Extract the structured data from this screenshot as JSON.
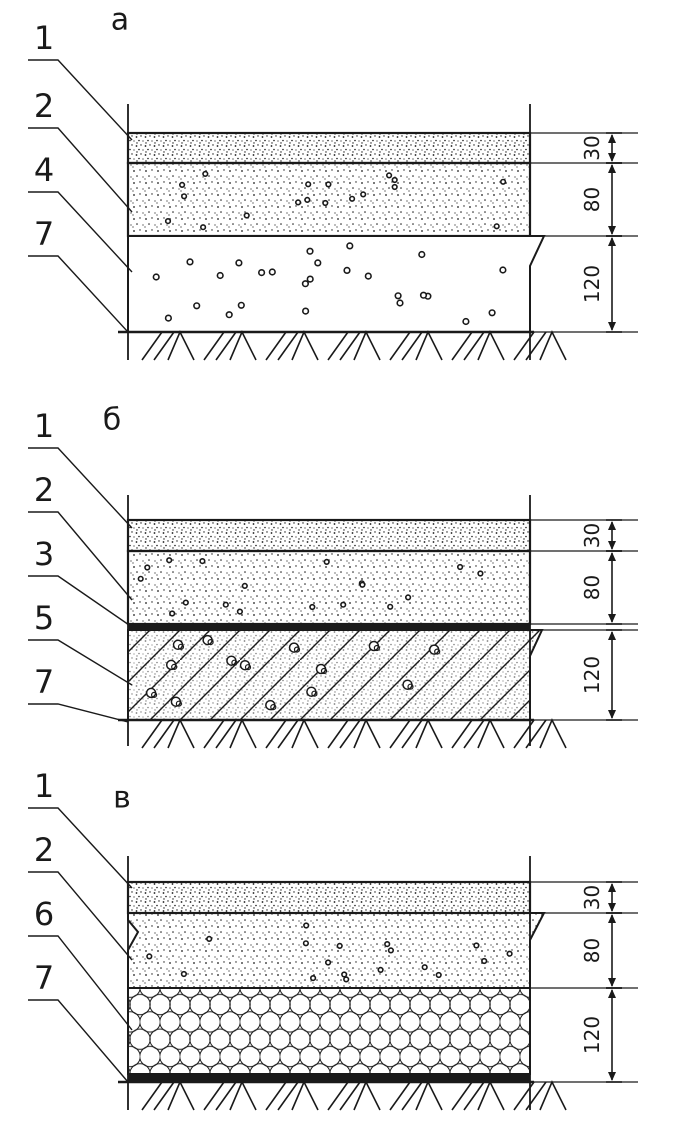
{
  "diagram": {
    "variants": [
      {
        "id": "a",
        "letter": "а",
        "callouts": [
          "1",
          "2",
          "4",
          "7"
        ],
        "layer_types": [
          "fine-stipple",
          "stipple-with-pebbles",
          "sparse-pebbles"
        ],
        "dimensions": [
          "30",
          "80",
          "120"
        ]
      },
      {
        "id": "b",
        "letter": "б",
        "callouts": [
          "1",
          "2",
          "3",
          "5",
          "7"
        ],
        "layer_types": [
          "fine-stipple",
          "stipple-with-pebbles",
          "membrane",
          "hatched-aggregate"
        ],
        "dimensions": [
          "30",
          "80",
          "120"
        ]
      },
      {
        "id": "c",
        "letter": "в",
        "callouts": [
          "1",
          "2",
          "6",
          "7"
        ],
        "layer_types": [
          "fine-stipple",
          "stipple-with-pebbles",
          "circle-packing",
          "membrane"
        ],
        "dimensions": [
          "30",
          "80",
          "120"
        ]
      }
    ],
    "colors": {
      "ink": "#1a1a1a",
      "paper": "#ffffff"
    }
  }
}
